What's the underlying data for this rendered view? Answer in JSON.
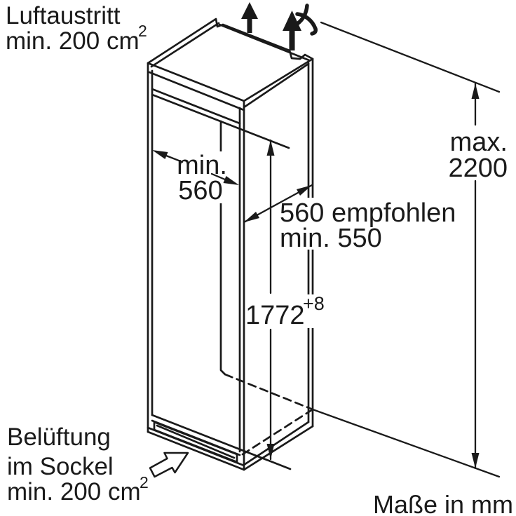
{
  "diagram": {
    "units_note": "Maße in mm",
    "top_vent": {
      "line1": "Luftaustritt",
      "line2": "min. 200 cm",
      "sup": "2"
    },
    "bottom_vent": {
      "line1": "Belüftung",
      "line2": "im Sockel",
      "line3": "min. 200 cm",
      "sup": "2"
    },
    "dimensions": {
      "max_height": {
        "line1": "max.",
        "line2": "2200"
      },
      "niche_width": {
        "line1": "min.",
        "line2": "560"
      },
      "niche_depth": {
        "line1": "560 empfohlen",
        "line2": "min. 550"
      },
      "niche_height": {
        "value": "1772",
        "tolerance": "+8"
      }
    },
    "icons": {
      "air_outlet_arrows": "up-arrow",
      "power_connection": "x-mark",
      "plinth_air_inlet": "hollow-block-arrow"
    },
    "colors": {
      "line": "#1a1a1a",
      "background": "#ffffff"
    }
  }
}
